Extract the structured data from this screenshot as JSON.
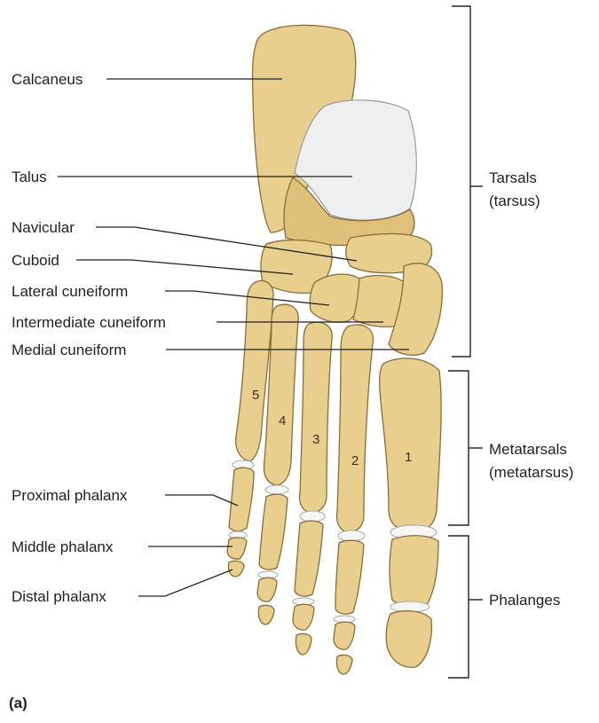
{
  "figure_label": "(a)",
  "labels": {
    "calcaneus": "Calcaneus",
    "talus": "Talus",
    "navicular": "Navicular",
    "cuboid": "Cuboid",
    "lateral_cuneiform": "Lateral cuneiform",
    "intermediate_cuneiform": "Intermediate cuneiform",
    "medial_cuneiform": "Medial cuneiform",
    "proximal_phalanx": "Proximal phalanx",
    "middle_phalanx": "Middle phalanx",
    "distal_phalanx": "Distal phalanx"
  },
  "groups": {
    "tarsals": [
      "Tarsals",
      "(tarsus)"
    ],
    "metatarsals": [
      "Metatarsals",
      "(metatarsus)"
    ],
    "phalanges": "Phalanges"
  },
  "metatarsal_numbers": [
    "1",
    "2",
    "3",
    "4",
    "5"
  ],
  "colors": {
    "bone": "#e8cf8e",
    "bone_shadow": "#dfc07a",
    "bone_outline": "#8a6d38",
    "cartilage": "#eef0f0",
    "text": "#222222"
  }
}
